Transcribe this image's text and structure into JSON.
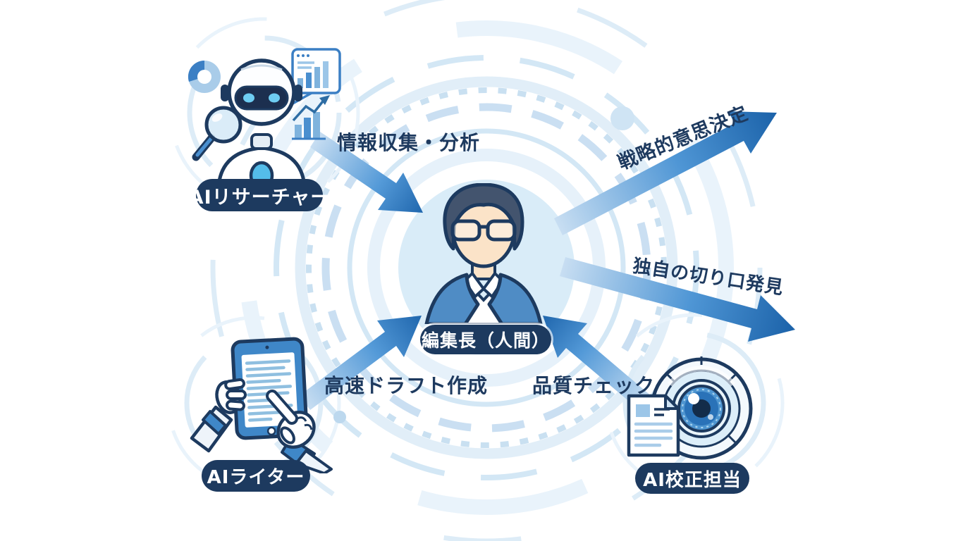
{
  "diagram": {
    "center": {
      "label": "編集長（人間）",
      "icon": "human-editor-icon"
    },
    "nodes": {
      "researcher": {
        "label": "AIリサーチャー",
        "icon": "robot-magnifier-icon"
      },
      "writer": {
        "label": "AIライター",
        "icon": "robot-hands-tablet-icon"
      },
      "proofreader": {
        "label": "AI校正担当",
        "icon": "camera-eye-document-icon"
      }
    },
    "flows": {
      "research": {
        "label": "情報収集・分析",
        "from": "researcher",
        "to": "center"
      },
      "draft": {
        "label": "高速ドラフト作成",
        "from": "writer",
        "to": "center"
      },
      "quality": {
        "label": "品質チェック",
        "from": "proofreader",
        "to": "center"
      },
      "strategy": {
        "label": "戦略的意思決定",
        "from": "center",
        "to": "outward-top-right"
      },
      "unique": {
        "label": "独自の切り口発見",
        "from": "center",
        "to": "outward-right"
      }
    },
    "colors": {
      "node_pill_bg": "#1d3a5f",
      "node_pill_text": "#ffffff",
      "flow_label_text": "#1e3a5f",
      "arrow_gradient_start": "#c8def2",
      "arrow_gradient_mid": "#549ad8",
      "arrow_gradient_end": "#1f66ad",
      "center_circle": "#d9ecf8",
      "ring_stroke": "#d3e7f5"
    }
  }
}
